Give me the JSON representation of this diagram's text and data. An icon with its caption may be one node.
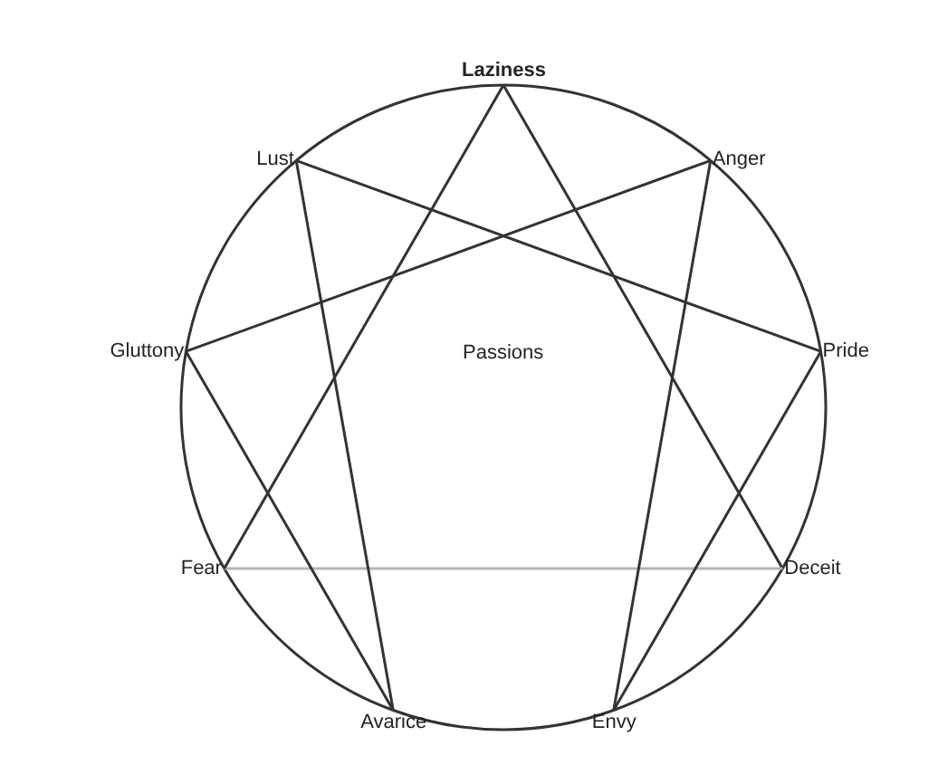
{
  "diagram": {
    "nodes": [
      {
        "text": [
          "Laziness"
        ]
      },
      {
        "text": [
          "Lust"
        ]
      },
      {
        "text": [
          "Anger"
        ]
      },
      {
        "text": [
          "Gluttony"
        ]
      },
      {
        "text": [
          "Pride"
        ]
      },
      {
        "text": [
          "Fear"
        ]
      },
      {
        "text": [
          "Deceit"
        ]
      },
      {
        "text": [
          "Avarice"
        ]
      },
      {
        "text": [
          "Envy"
        ]
      }
    ],
    "edges": [
      {
        "from": 0,
        "to": 2,
        "arrow": "none"
      },
      {
        "from": 2,
        "to": 4,
        "arrow": "none"
      },
      {
        "from": 4,
        "to": 6,
        "arrow": "none"
      },
      {
        "from": 6,
        "to": 8,
        "arrow": "none"
      },
      {
        "from": 8,
        "to": 7,
        "arrow": "none"
      },
      {
        "from": 7,
        "to": 5,
        "arrow": "none"
      },
      {
        "from": 5,
        "to": 3,
        "arrow": "none"
      },
      {
        "from": 3,
        "to": 1,
        "arrow": "none"
      },
      {
        "from": 1,
        "to": 0,
        "arrow": "none"
      },
      {
        "from": 0,
        "to": 6,
        "arrow": "none"
      },
      {
        "from": 6,
        "to": 5,
        "arrow": "none",
        "color": "#b4b4b4"
      },
      {
        "from": 5,
        "to": 0,
        "arrow": "none"
      },
      {
        "from": 2,
        "to": 8,
        "arrow": "none"
      },
      {
        "from": 8,
        "to": 4,
        "arrow": "none"
      },
      {
        "from": 4,
        "to": 1,
        "arrow": "none"
      },
      {
        "from": 1,
        "to": 7,
        "arrow": "none"
      },
      {
        "from": 7,
        "to": 3,
        "arrow": "none"
      },
      {
        "from": 3,
        "to": 2,
        "arrow": "none"
      }
    ],
    "labels": [
      "Passions"
    ]
  }
}
